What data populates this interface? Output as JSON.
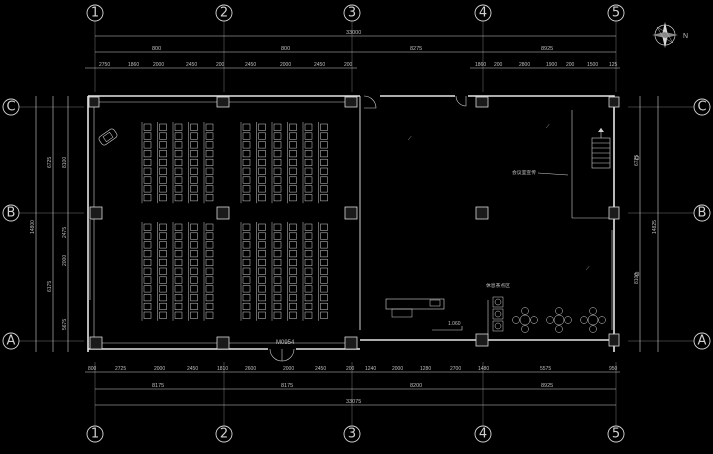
{
  "grid": {
    "columns": [
      "1",
      "2",
      "3",
      "4",
      "5"
    ],
    "rows": [
      "C",
      "B",
      "A"
    ]
  },
  "top_dims": {
    "total": "33000",
    "level1": [
      "800",
      "800",
      "8275",
      "8925"
    ],
    "level2": [
      "2750",
      "1860",
      "2000",
      "2450",
      "200",
      "2450",
      "2000",
      "2450",
      "200",
      "1860",
      "200",
      "2800",
      "1900",
      "200",
      "1500",
      "125"
    ]
  },
  "bottom_dims": {
    "total": "33075",
    "level1": [
      "8175",
      "8175",
      "8200",
      "8925"
    ],
    "level2": [
      "800",
      "2725",
      "2000",
      "2450",
      "1810",
      "2600",
      "2000",
      "2450",
      "200",
      "1240",
      "2000",
      "1280",
      "2700",
      "1480",
      "5575",
      "950"
    ],
    "door_tag": "M0954"
  },
  "left_dims": {
    "outer": "14800",
    "inner": [
      "6725",
      "8100",
      "2475",
      "2000",
      "6175",
      "5675"
    ]
  },
  "right_dims": {
    "outer": "14825",
    "inner": [
      "6725",
      "8100"
    ]
  },
  "labels": {
    "room_tag": "会议室宣传",
    "area_tag": "休息茶点区",
    "elev": "1.060",
    "north": "N"
  },
  "colors": {
    "background": "#000000",
    "lines": "#cfcfcf"
  }
}
